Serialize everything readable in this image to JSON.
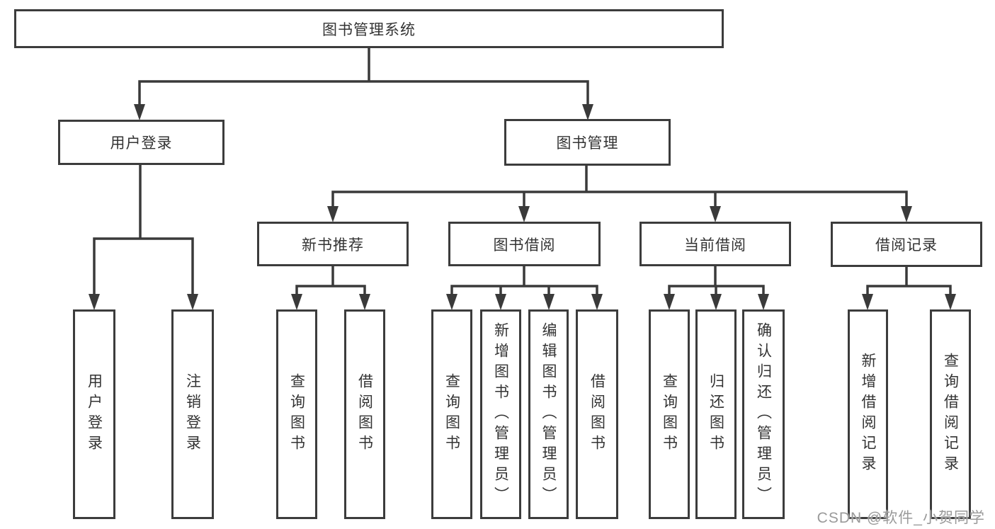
{
  "diagram": {
    "type": "hierarchy-functional-structure",
    "colors": {
      "background": "#ffffff",
      "line": "#3a3a3a",
      "box_border": "#3c3c3c",
      "text": "#333333",
      "watermark": "#9a9a9a"
    }
  },
  "tree": {
    "label": "图书管理系统",
    "children": [
      {
        "label": "用户登录",
        "children": [
          {
            "label": "用户登录"
          },
          {
            "label": "注销登录"
          }
        ]
      },
      {
        "label": "图书管理",
        "children": [
          {
            "label": "新书推荐",
            "children": [
              {
                "label": "查询图书"
              },
              {
                "label": "借阅图书"
              }
            ]
          },
          {
            "label": "图书借阅",
            "children": [
              {
                "label": "查询图书"
              },
              {
                "label": "新增图书（管理员）"
              },
              {
                "label": "编辑图书（管理员）"
              },
              {
                "label": "借阅图书"
              }
            ]
          },
          {
            "label": "当前借阅",
            "children": [
              {
                "label": "查询图书"
              },
              {
                "label": "归还图书"
              },
              {
                "label": "确认归还（管理员）"
              }
            ]
          },
          {
            "label": "借阅记录",
            "children": [
              {
                "label": "新增借阅记录"
              },
              {
                "label": "查询借阅记录"
              }
            ]
          }
        ]
      }
    ]
  },
  "watermark": {
    "text": "CSDN @软件_小贺同学"
  }
}
